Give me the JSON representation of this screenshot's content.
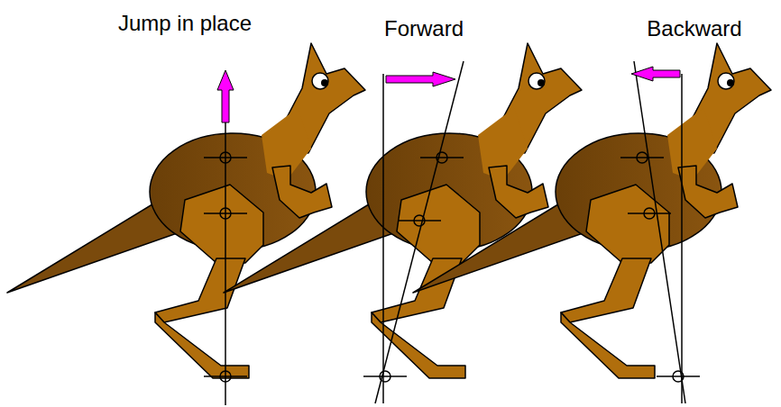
{
  "diagram": {
    "labels": [
      "Jump in place",
      "Forward",
      "Backward"
    ]
  }
}
